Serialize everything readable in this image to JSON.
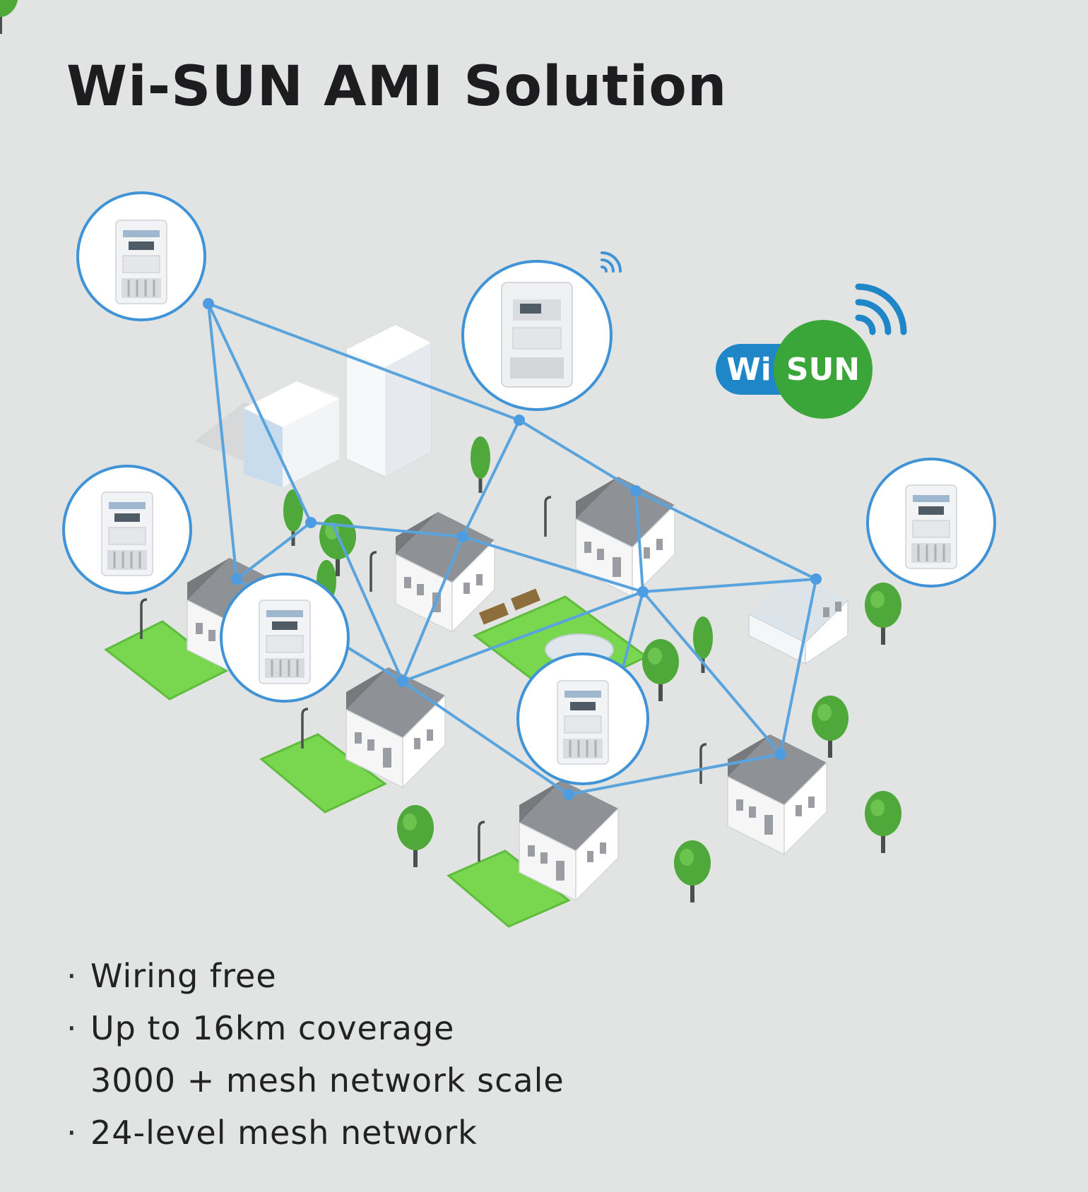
{
  "title": "Wi-SUN AMI Solution",
  "logo": {
    "left_text": "Wi",
    "right_text": "SUN",
    "left_color": "#1f86c8",
    "right_color": "#3aa63a"
  },
  "colors": {
    "link": "#5aa4de",
    "ring": "#3f93d6",
    "grass": "#79d64f",
    "tree": "#4ea83a",
    "roof": "#8e9196",
    "wall": "#ffffff"
  },
  "bullets": [
    {
      "marker": "·",
      "text": "Wiring free"
    },
    {
      "marker": "·",
      "text": "Up to 16km coverage"
    },
    {
      "marker": "",
      "text": "3000 + mesh network scale"
    },
    {
      "marker": "·",
      "text": "24-level mesh network"
    }
  ]
}
